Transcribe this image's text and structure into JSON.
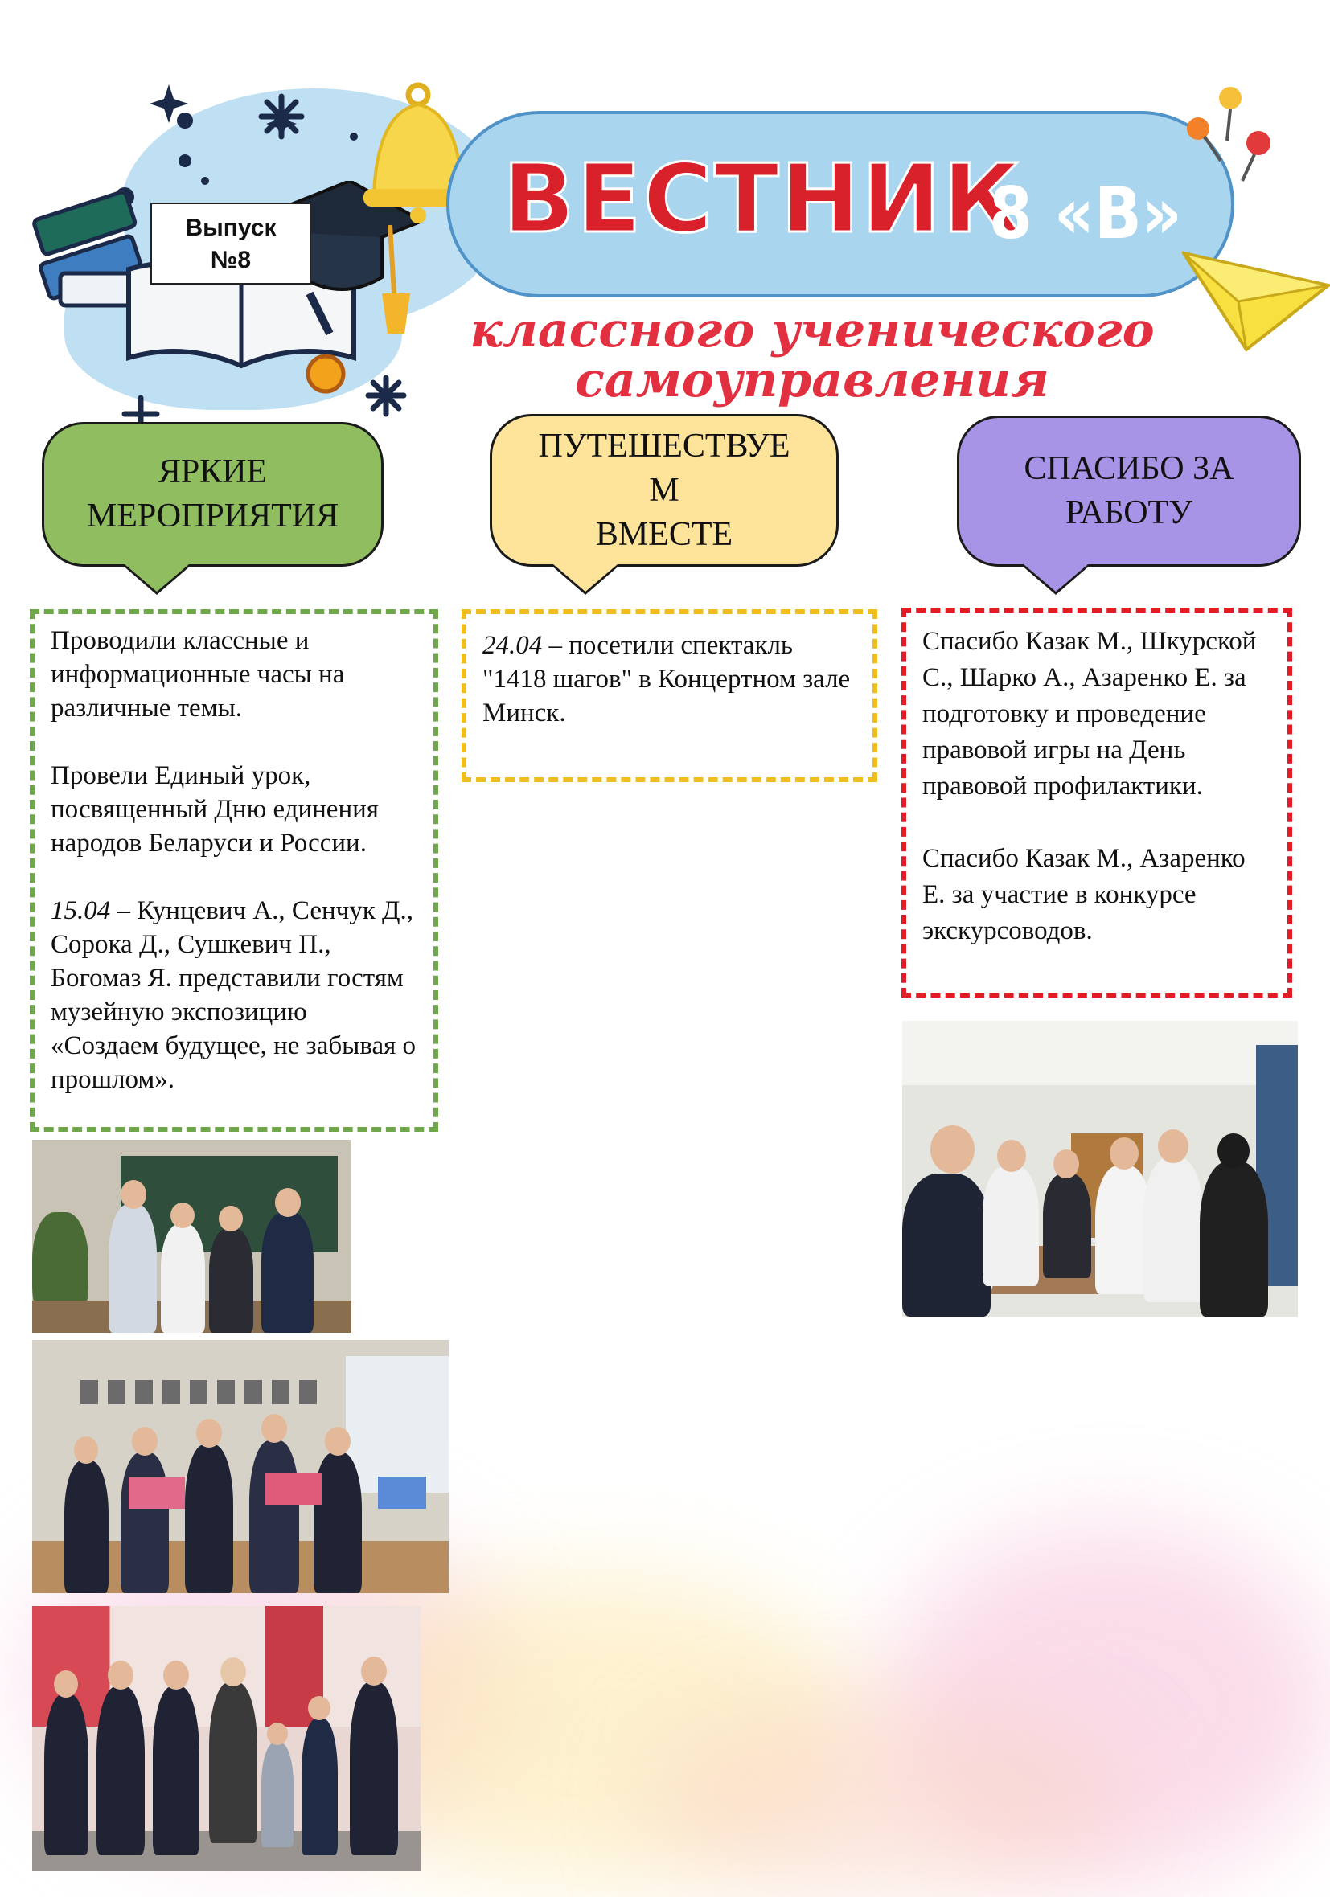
{
  "header": {
    "title": "ВЕСТНИК",
    "class_label": "8 «В»",
    "subtitle_line1": "классного ученического",
    "subtitle_line2": "самоуправления",
    "issue_line1": "Выпуск",
    "issue_line2": "№8"
  },
  "sections": [
    {
      "heading_line1": "ЯРКИЕ",
      "heading_line2": "МЕРОПРИЯТИЯ",
      "color": "#8fbd5f",
      "border_color": "#6fa84a",
      "paragraphs": [
        {
          "date": "",
          "text": "Проводили классные и информационные часы на различные темы."
        },
        {
          "date": "",
          "text": "Провели Единый урок, посвященный Дню единения народов Беларуси и России."
        },
        {
          "date": "15.04",
          "text": " – Кунцевич А., Сенчук Д., Сорока Д., Сушкевич П., Богомаз Я. представили гостям музейную экспозицию «Создаем будущее, не забывая о прошлом»."
        }
      ]
    },
    {
      "heading_line1": "ПУТЕШЕСТВУЕ",
      "heading_line2": "М",
      "heading_line3": "ВМЕСТЕ",
      "color": "#fde49a",
      "border_color": "#f0bd1e",
      "paragraphs": [
        {
          "date": "24.04",
          "text": " – посетили спектакль \"1418 шагов\" в Концертном зале Минск."
        }
      ]
    },
    {
      "heading_line1": "СПАСИБО ЗА",
      "heading_line2": "РАБОТУ",
      "color": "#a894e6",
      "border_color": "#e21b24",
      "paragraphs": [
        {
          "date": "",
          "text": "Спасибо Казак М., Шкурской С., Шарко А., Азаренко Е. за подготовку и проведение правовой игры на День правовой профилактики."
        },
        {
          "date": "",
          "text": "Спасибо Казак М., Азаренко Е. за участие в конкурсе экскурсоводов."
        }
      ]
    }
  ]
}
